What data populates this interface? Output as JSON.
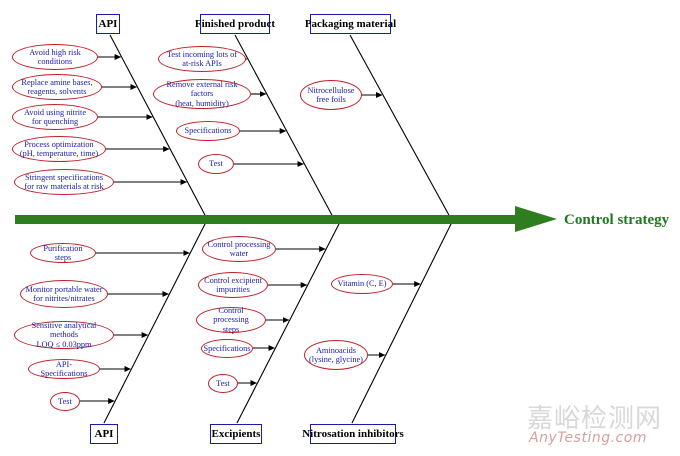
{
  "effect": "Control strategy",
  "categories": {
    "api_top": "API",
    "finished_product": "Finished product",
    "packaging_material": "Packaging material",
    "api_bottom": "API",
    "excipients": "Excipients",
    "nitrosation_inhibitors": "Nitrosation inhibitors"
  },
  "causes": {
    "api_top": [
      "Avoid high risk\nconditions",
      "Replace amine bases,\nreagents, solvents",
      "Avoid using nitrite\nfor quenching",
      "Process optimization\n(pH, temperature, time)",
      "Stringent specifications\nfor raw materials at risk"
    ],
    "finished_product": [
      "Test incoming lots of\nat-risk APIs",
      "Remove external risk factors\n(heat, humidity)",
      "Specifications",
      "Test"
    ],
    "packaging_material": [
      "Nitrocellulose\nfree foils"
    ],
    "api_bottom": [
      "Purification steps",
      "Monitor portable water\nfor nitrites/nitrates",
      "Sensitive analytical methods\nLOQ ≤ 0.03ppm",
      "API-Specifications",
      "Test"
    ],
    "excipients": [
      "Control processing\nwater",
      "Control excipient\nimpurities",
      "Control processing\nsteps",
      "Specifications",
      "Test"
    ],
    "nitrosation_inhibitors": [
      "Vitamin (C, E)",
      "Aminoacids\n(lysine, glycine)"
    ]
  },
  "watermark": {
    "cn": "嘉峪检测网",
    "en": "AnyTesting.com"
  },
  "colors": {
    "spine": "#2e7d1f",
    "category_border": "#1a1aa6",
    "cause_border": "#c0202a",
    "cause_text": "#1a1aa6",
    "effect_text": "#1f7a1f"
  }
}
